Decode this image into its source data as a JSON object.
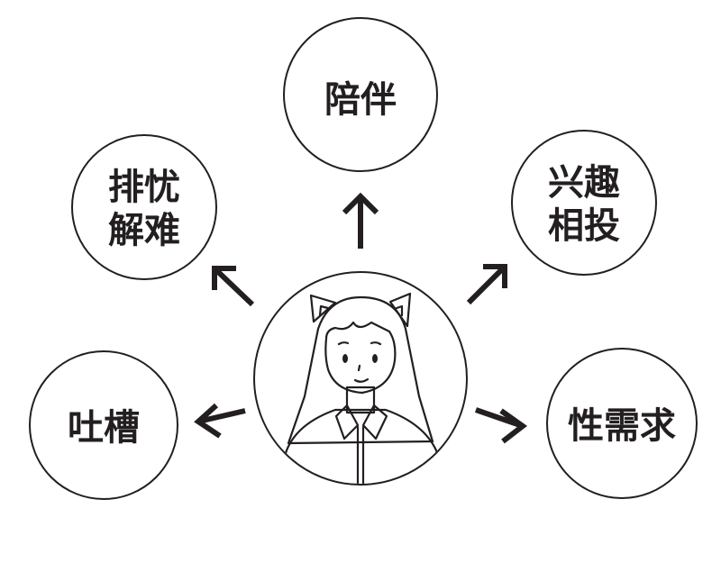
{
  "nodes": {
    "top": "陪伴",
    "upper_left": [
      "排忧",
      "解难"
    ],
    "upper_right": [
      "兴趣",
      "相投"
    ],
    "left": "吐槽",
    "right": "性需求"
  },
  "colors": {
    "ink": "#231f20",
    "hair": "#f2b5ae"
  },
  "center_icon": "girl-with-cat-ears-avatar"
}
